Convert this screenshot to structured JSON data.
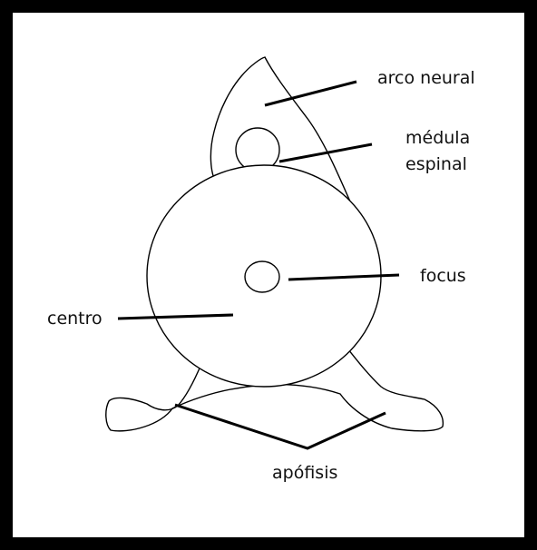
{
  "labels": {
    "arco_neural": "arco neural",
    "medula_line1": "médula",
    "medula_line2": "espinal",
    "focus": "focus",
    "centro": "centro",
    "apofisis": "apófisis"
  },
  "colors": {
    "ink": "#000000",
    "background": "#ffffff"
  }
}
